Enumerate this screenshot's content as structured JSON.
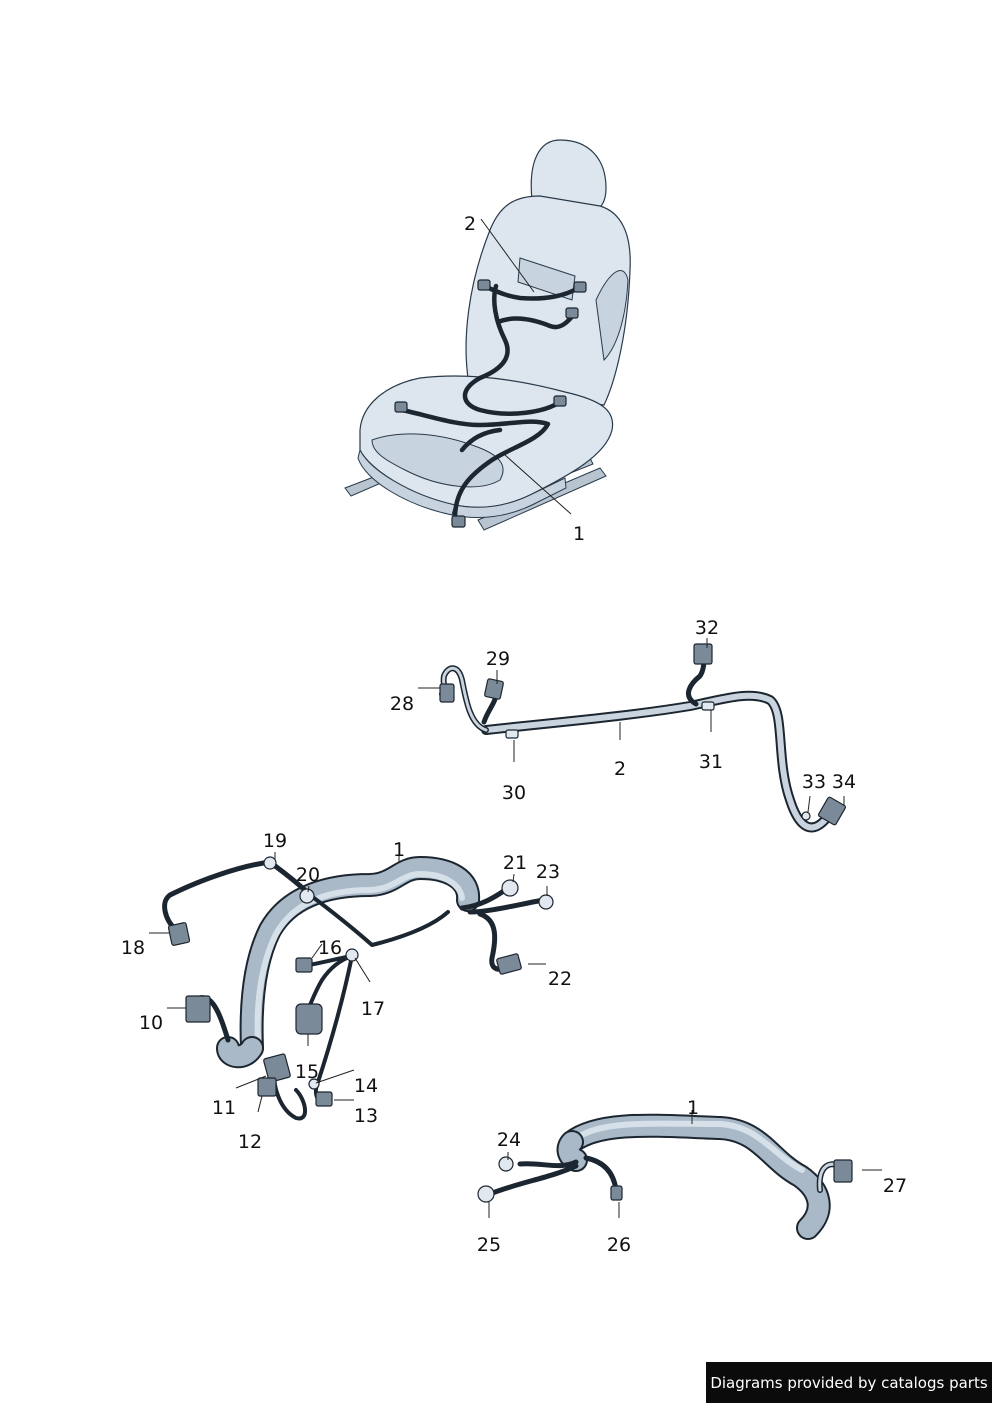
{
  "callouts": [
    {
      "id": "c1a",
      "label": "1"
    },
    {
      "id": "c2a",
      "label": "2"
    },
    {
      "id": "c28",
      "label": "28"
    },
    {
      "id": "c29",
      "label": "29"
    },
    {
      "id": "c30",
      "label": "30"
    },
    {
      "id": "c2b",
      "label": "2"
    },
    {
      "id": "c31",
      "label": "31"
    },
    {
      "id": "c32",
      "label": "32"
    },
    {
      "id": "c33",
      "label": "33"
    },
    {
      "id": "c34",
      "label": "34"
    },
    {
      "id": "c19",
      "label": "19"
    },
    {
      "id": "c20",
      "label": "20"
    },
    {
      "id": "c1b",
      "label": "1"
    },
    {
      "id": "c21",
      "label": "21"
    },
    {
      "id": "c23",
      "label": "23"
    },
    {
      "id": "c18",
      "label": "18"
    },
    {
      "id": "c16",
      "label": "16"
    },
    {
      "id": "c22",
      "label": "22"
    },
    {
      "id": "c17",
      "label": "17"
    },
    {
      "id": "c10",
      "label": "10"
    },
    {
      "id": "c15",
      "label": "15"
    },
    {
      "id": "c14",
      "label": "14"
    },
    {
      "id": "c11",
      "label": "11"
    },
    {
      "id": "c13",
      "label": "13"
    },
    {
      "id": "c12",
      "label": "12"
    },
    {
      "id": "c1c",
      "label": "1"
    },
    {
      "id": "c24",
      "label": "24"
    },
    {
      "id": "c27",
      "label": "27"
    },
    {
      "id": "c25",
      "label": "25"
    },
    {
      "id": "c26",
      "label": "26"
    }
  ],
  "footer": {
    "credit": "Diagrams provided by catalogs parts"
  }
}
